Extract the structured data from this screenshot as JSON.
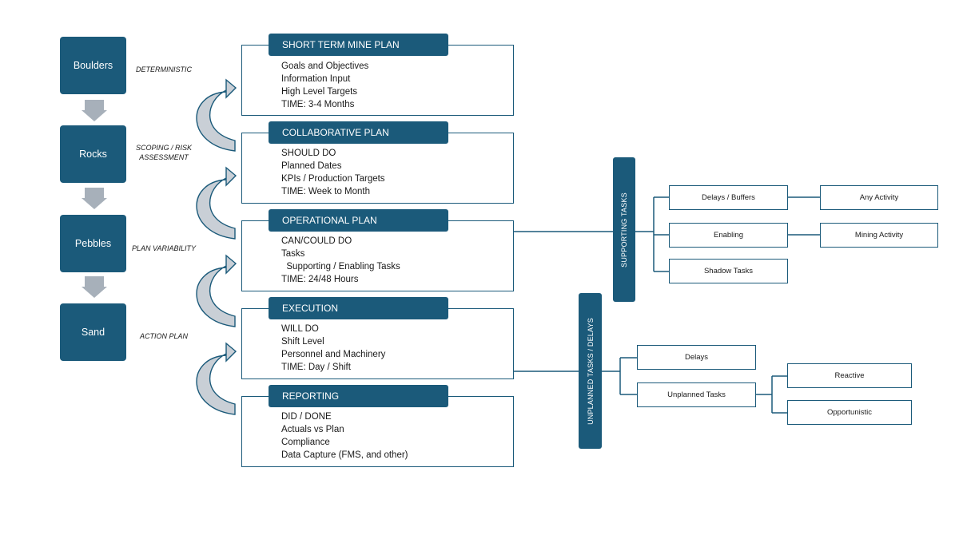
{
  "tiers": [
    {
      "label": "Boulders",
      "descriptor": "DETERMINISTIC"
    },
    {
      "label": "Rocks",
      "descriptor": "SCOPING / RISK ASSESSMENT"
    },
    {
      "label": "Pebbles",
      "descriptor": "PLAN VARIABILITY"
    },
    {
      "label": "Sand",
      "descriptor": "ACTION PLAN"
    }
  ],
  "plans": [
    {
      "header": "SHORT TERM MINE PLAN",
      "lines": [
        "Goals and Objectives",
        "Information Input",
        "High Level Targets",
        "TIME: 3-4 Months"
      ]
    },
    {
      "header": "COLLABORATIVE PLAN",
      "lines": [
        "SHOULD DO",
        "Planned Dates",
        "KPIs / Production Targets",
        "TIME: Week to Month"
      ]
    },
    {
      "header": "OPERATIONAL PLAN",
      "lines": [
        "CAN/COULD DO",
        "Tasks",
        "  Supporting / Enabling Tasks",
        "TIME: 24/48 Hours"
      ]
    },
    {
      "header": "EXECUTION",
      "lines": [
        "WILL DO",
        "Shift Level",
        "Personnel and Machinery",
        "TIME: Day / Shift"
      ]
    },
    {
      "header": "REPORTING",
      "lines": [
        "DID / DONE",
        "Actuals vs Plan",
        "Compliance",
        "Data Capture (FMS, and other)"
      ]
    }
  ],
  "supporting": {
    "label": "SUPPORTING TASKS",
    "nodes": [
      "Delays / Buffers",
      "Enabling",
      "Shadow Tasks"
    ],
    "subnodes": [
      "Any Activity",
      "Mining Activity"
    ]
  },
  "unplanned": {
    "label": "UNPLANNED TASKS / DELAYS",
    "nodes": [
      "Delays",
      "Unplanned Tasks"
    ],
    "subnodes": [
      "Reactive",
      "Opportunistic"
    ]
  },
  "colors": {
    "primary": "#1b5a7a",
    "arrow_fill": "#c9cfd6",
    "down_arrow": "#a7b0ba"
  }
}
